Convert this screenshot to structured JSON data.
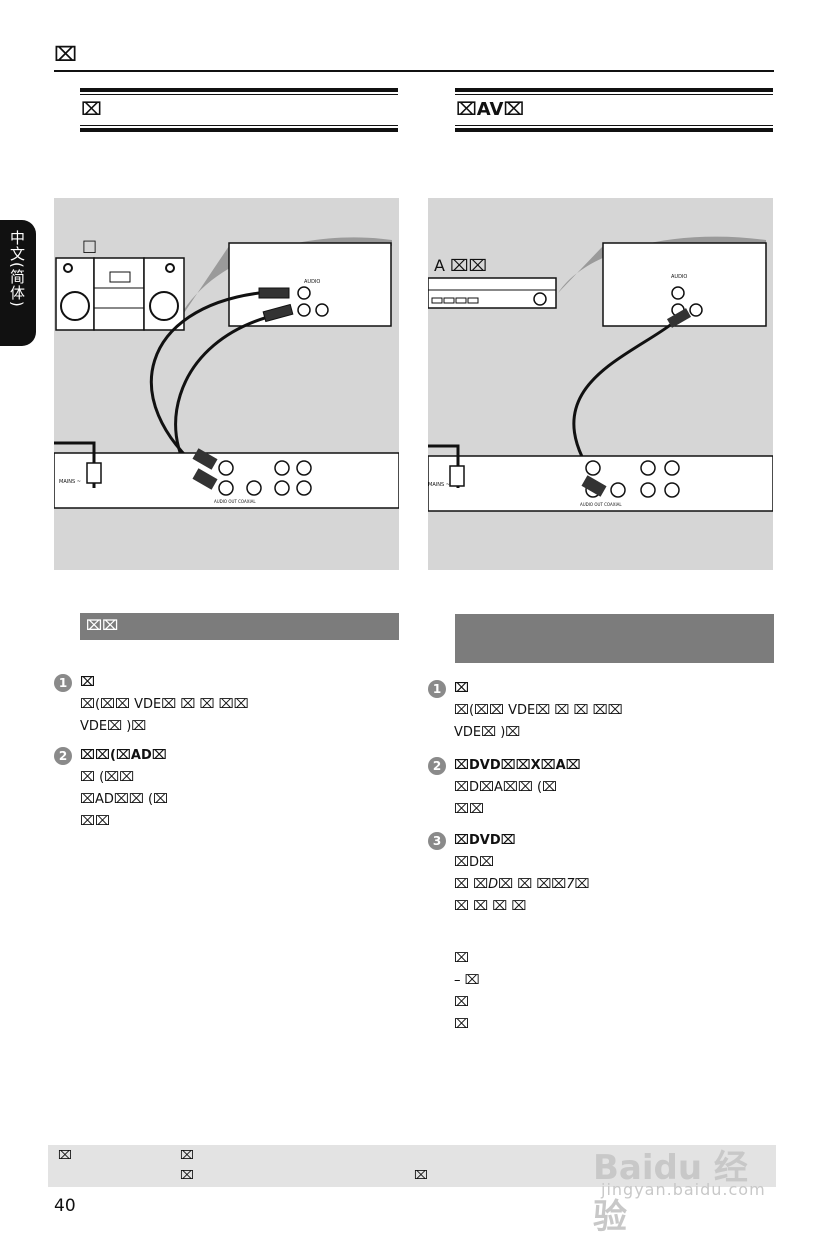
{
  "header": {
    "title": "⌧"
  },
  "side_tab": {
    "label": "中文(简体)"
  },
  "left_section": {
    "title": "⌧",
    "diagram": {
      "label": "□"
    },
    "option_bar": "⌧⌧",
    "steps": [
      {
        "num": "1",
        "head": "⌧",
        "lines": [
          "⌧(⌧⌧          VDE⌧   ⌧   ⌧   ⌧⌧",
          "VDE⌧    )⌧"
        ]
      },
      {
        "num": "2",
        "head": "⌧⌧(⌧AD⌧",
        "lines": [
          "⌧  (⌧⌧",
          "⌧AD⌧⌧                                          (⌧",
          "⌧⌧"
        ]
      }
    ]
  },
  "right_section": {
    "title": "⌧AV⌧",
    "diagram": {
      "label": "A ⌧⌧"
    },
    "option_bar": "",
    "steps": [
      {
        "num": "1",
        "head": "⌧",
        "lines": [
          "⌧(⌧⌧          VDE⌧   ⌧   ⌧   ⌧⌧",
          "VDE⌧    )⌧"
        ]
      },
      {
        "num": "2",
        "head": "⌧DVD⌧⌧X⌧A⌧",
        "lines": [
          "⌧D⌧A⌧⌧                                                      (⌧",
          "⌧⌧"
        ]
      },
      {
        "num": "3",
        "head": "⌧DVD⌧",
        "lines": [
          "⌧D⌧",
          "⌧   ⌧D⌧              ⌧   ⌧⌧7⌧",
          "⌧  ⌧  ⌧                 ⌧",
          "",
          "⌧",
          "–  ⌧",
          "⌧",
          "⌧"
        ]
      }
    ]
  },
  "footer": {
    "line1_a": "⌧",
    "line1_b": "⌧",
    "line2_a": "⌧",
    "line2_b": "⌧",
    "page_number": "40"
  },
  "watermark": {
    "logo": "Baidu 经验",
    "url": "jingyan.baidu.com"
  }
}
